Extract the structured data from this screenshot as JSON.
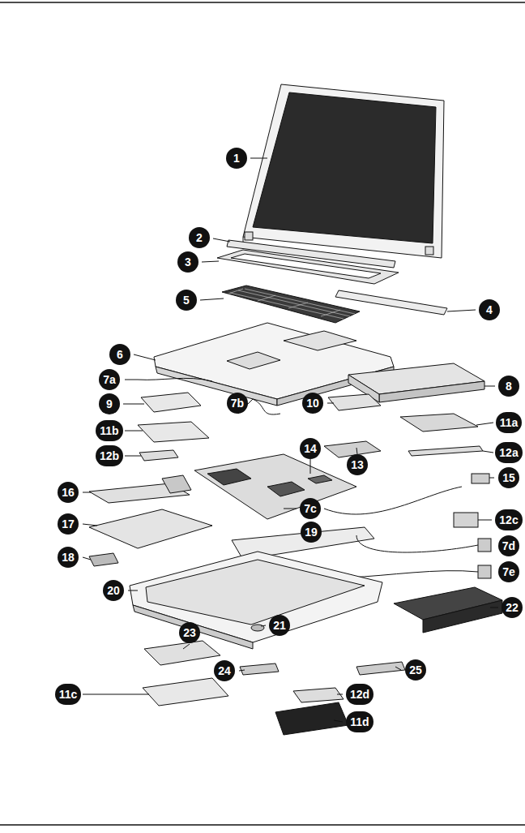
{
  "diagram": {
    "labels": [
      "1",
      "2",
      "3",
      "5",
      "4",
      "6",
      "7a",
      "8",
      "9",
      "7b",
      "10",
      "11a",
      "11b",
      "12a",
      "12b",
      "14",
      "13",
      "16",
      "15",
      "7c",
      "17",
      "12c",
      "19",
      "7d",
      "18",
      "7e",
      "20",
      "22",
      "23",
      "21",
      "24",
      "25",
      "12d",
      "11c",
      "11d"
    ]
  }
}
